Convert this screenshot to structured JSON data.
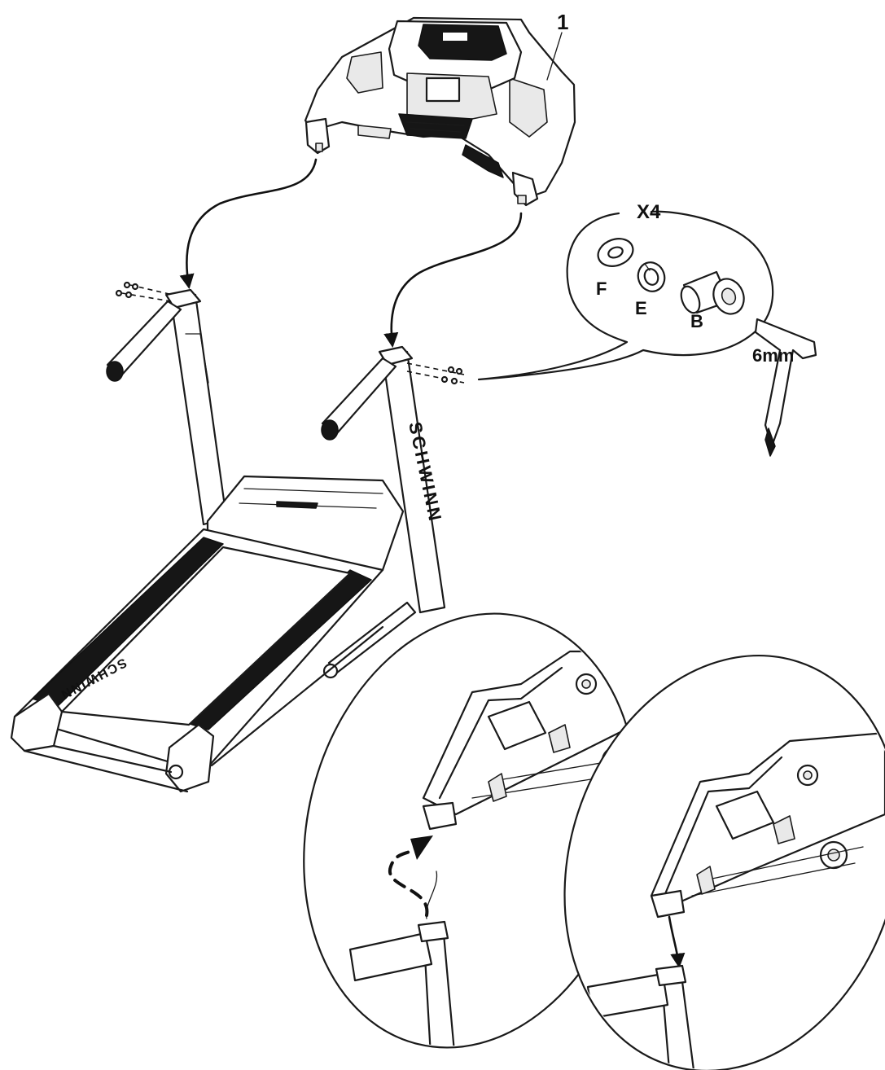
{
  "callouts": {
    "console_number": "1",
    "quantity": "X4",
    "washer_flat": "F",
    "washer_split": "E",
    "bolt": "B",
    "wrench_size": "6mm"
  },
  "branding": {
    "upright_text": "SCHWINN",
    "deck_text": "SCHWINN"
  }
}
